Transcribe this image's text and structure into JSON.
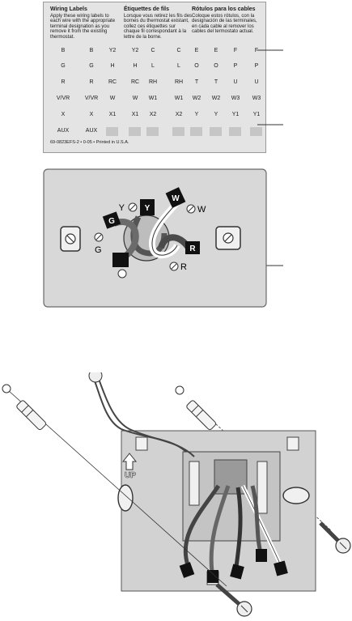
{
  "label_sheet": {
    "col1": {
      "title": "Wiring Labels",
      "lines": [
        "Apply these wiring labels to",
        "each wire with the appropriate",
        "terminal designation as you",
        "remove it from the existing",
        "thermostat."
      ]
    },
    "col2": {
      "title": "Étiquettes de fils",
      "lines": [
        "Lorsque vous retirez les fils des",
        "bornes du thermostat existant,",
        "collez ces étiquettes sur",
        "chaque fil correspondant à la",
        "lettre de la borne."
      ]
    },
    "col3": {
      "title": "Rótulos para los cables",
      "lines": [
        "Coloque estos rótulos, con la",
        "designación de las terminales,",
        "en cada cable al remover los",
        "cables del termostato actual."
      ]
    },
    "rows": [
      [
        "B",
        "B",
        "Y2",
        "Y2",
        "C",
        "C",
        "E",
        "E",
        "F",
        "F"
      ],
      [
        "G",
        "G",
        "H",
        "H",
        "L",
        "L",
        "O",
        "O",
        "P",
        "P"
      ],
      [
        "R",
        "R",
        "RC",
        "RC",
        "RH",
        "RH",
        "T",
        "T",
        "U",
        "U"
      ],
      [
        "V/VR",
        "V/VR",
        "W",
        "W",
        "W1",
        "W1",
        "W2",
        "W2",
        "W3",
        "W3"
      ],
      [
        "X",
        "X",
        "X1",
        "X1",
        "X2",
        "X2",
        "Y",
        "Y",
        "Y1",
        "Y1"
      ],
      [
        "AUX",
        "AUX",
        "",
        "",
        "",
        "",
        "",
        "",
        "",
        ""
      ]
    ],
    "footer": "69-0823EFS-2  •  0-05  •  Printed in U.S.A."
  },
  "wall_plate": {
    "terminals": [
      "Y",
      "W",
      "G",
      "R"
    ],
    "wire_tags": [
      "G",
      "Y",
      "W",
      "R"
    ]
  },
  "mounting": {
    "up_label": "UP"
  }
}
